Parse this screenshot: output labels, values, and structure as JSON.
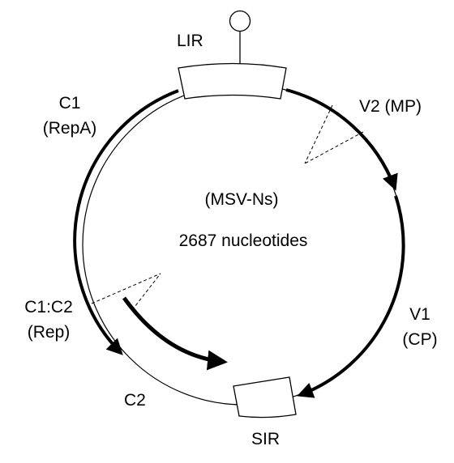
{
  "diagram": {
    "title": "(MSV-Ns)",
    "length_label": "2687 nucleotides",
    "labels": {
      "lir": "LIR",
      "sir": "SIR",
      "v2_line1": "V2 (MP)",
      "v1_line1": "V1",
      "v1_line2": "(CP)",
      "c1_line1": "C1",
      "c1_line2": "(RepA)",
      "c1c2_line1": "C1:C2",
      "c1c2_line2": "(Rep)",
      "c2_line1": "C2"
    },
    "colors": {
      "line": "#000000",
      "background": "#ffffff"
    }
  }
}
